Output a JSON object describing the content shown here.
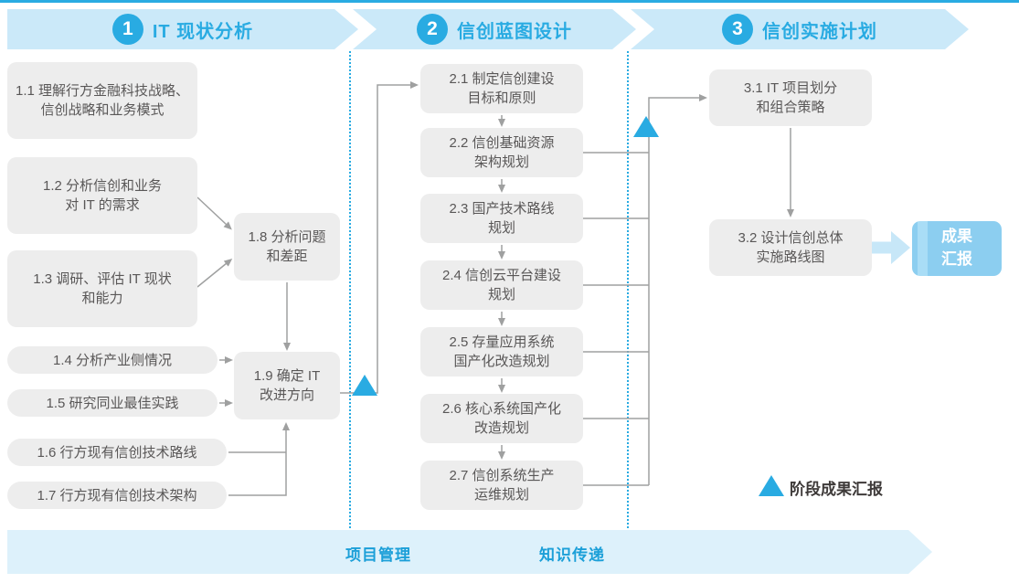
{
  "header": {
    "phases": [
      {
        "number": "1",
        "title": "IT 现状分析"
      },
      {
        "number": "2",
        "title": "信创蓝图设计"
      },
      {
        "number": "3",
        "title": "信创实施计划"
      }
    ]
  },
  "phase1": {
    "box_1_1": "1.1 理解行方金融科技战略、\n信创战略和业务模式",
    "box_1_2": "1.2 分析信创和业务\n对 IT 的需求",
    "box_1_3": "1.3 调研、评估 IT 现状\n和能力",
    "box_1_4": "1.4 分析产业侧情况",
    "box_1_5": "1.5 研究同业最佳实践",
    "box_1_6": "1.6 行方现有信创技术路线",
    "box_1_7": "1.7 行方现有信创技术架构",
    "box_1_8": "1.8 分析问题\n和差距",
    "box_1_9": "1.9 确定 IT\n改进方向"
  },
  "phase2": {
    "box_2_1": "2.1 制定信创建设\n目标和原则",
    "box_2_2": "2.2 信创基础资源\n架构规划",
    "box_2_3": "2.3 国产技术路线\n规划",
    "box_2_4": "2.4 信创云平台建设\n规划",
    "box_2_5": "2.5 存量应用系统\n国产化改造规划",
    "box_2_6": "2.6 核心系统国产化\n改造规划",
    "box_2_7": "2.7 信创系统生产\n运维规划"
  },
  "phase3": {
    "box_3_1": "3.1 IT 项目划分\n和组合策略",
    "box_3_2": "3.2 设计信创总体\n实施路线图",
    "result_box": "成果\n汇报"
  },
  "legend": {
    "label": "阶段成果汇报"
  },
  "footer": {
    "items": [
      {
        "label": "项目管理"
      },
      {
        "label": "知识传递"
      }
    ]
  },
  "colors": {
    "accent_blue": "#29ABE2",
    "banner_fill": "#CBE9F9",
    "footer_fill": "#DDF1FB",
    "box_fill": "#EDEDED",
    "box_text": "#595757",
    "connector_gray": "#9FA0A0",
    "result_fill": "#8CCEF0"
  }
}
